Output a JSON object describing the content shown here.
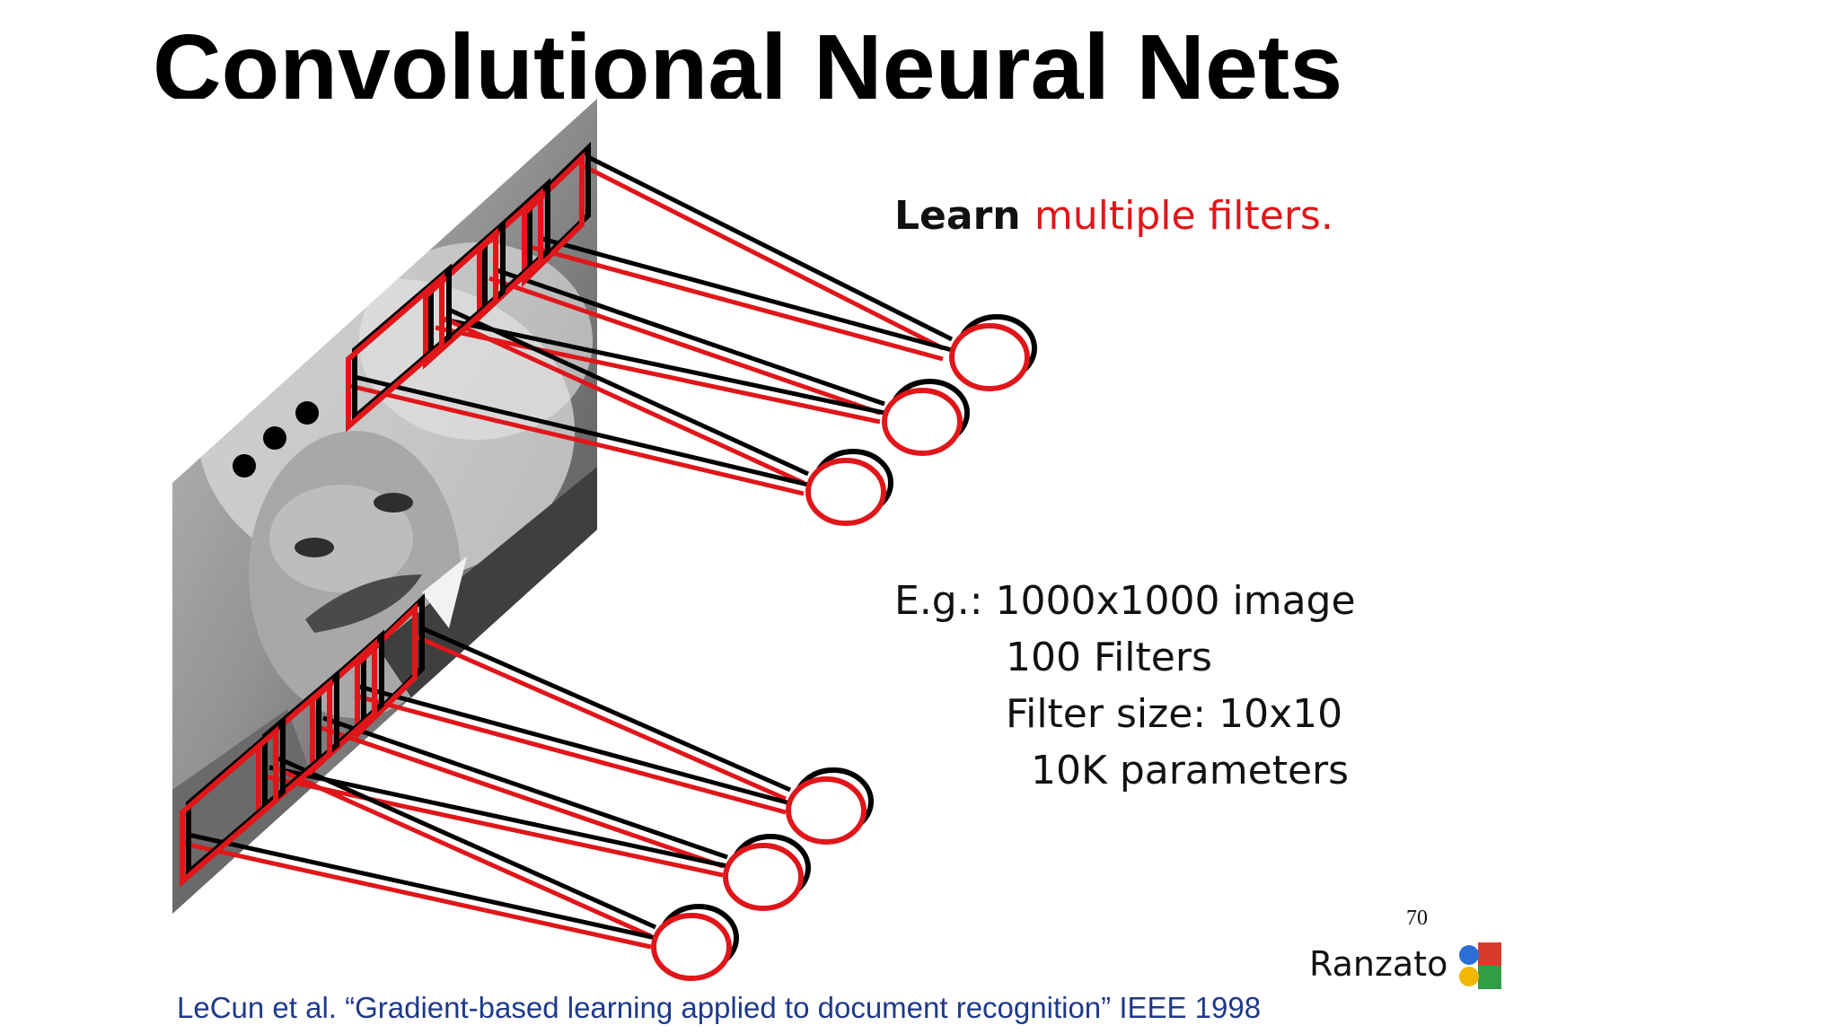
{
  "slide": {
    "title": "Convolutional Neural Nets",
    "learn_prefix": "Learn ",
    "learn_highlight": "multiple filters.",
    "example_lines": [
      "E.g.: 1000x1000 image",
      "100 Filters",
      "Filter size: 10x10",
      "10K parameters"
    ],
    "page_number": "70",
    "author": "Ranzato",
    "citation": "LeCun et al. “Gradient-based learning applied to document recognition” IEEE 1998"
  },
  "colors": {
    "filter_red": "#e0161a",
    "filter_black": "#000000",
    "citation_blue": "#1f3a8a"
  },
  "icons": {
    "photo": "einstein-photo-icon",
    "ellipsis": "ellipsis-dots-icon",
    "logo": "google-logo-icon"
  }
}
